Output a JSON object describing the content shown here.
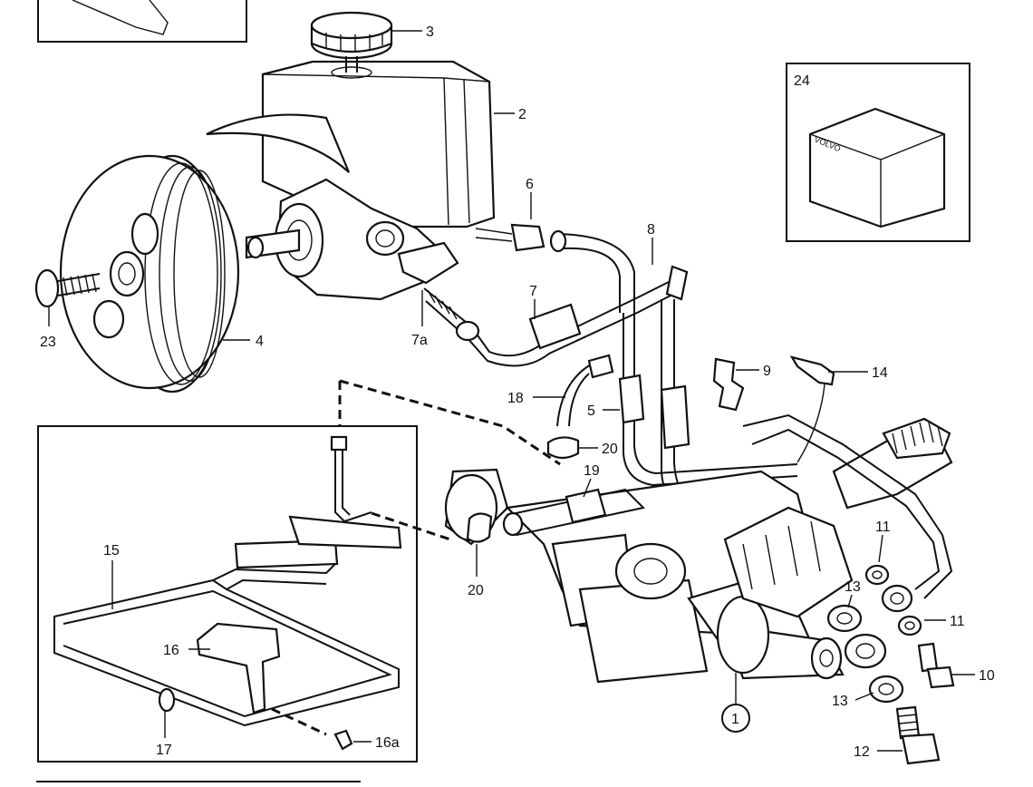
{
  "diagram": {
    "labels": {
      "p1": "1",
      "p2": "2",
      "p3": "3",
      "p4": "4",
      "p5": "5",
      "p6": "6",
      "p7": "7",
      "p7a": "7a",
      "p8": "8",
      "p9": "9",
      "p10": "10",
      "p11a": "11",
      "p11b": "11",
      "p12": "12",
      "p13a": "13",
      "p13b": "13",
      "p14": "14",
      "p15": "15",
      "p16": "16",
      "p16a": "16a",
      "p17": "17",
      "p18": "18",
      "p19": "19",
      "p20a": "20",
      "p20b": "20",
      "p23": "23",
      "p24": "24",
      "box_brand": "VOLVO"
    }
  }
}
